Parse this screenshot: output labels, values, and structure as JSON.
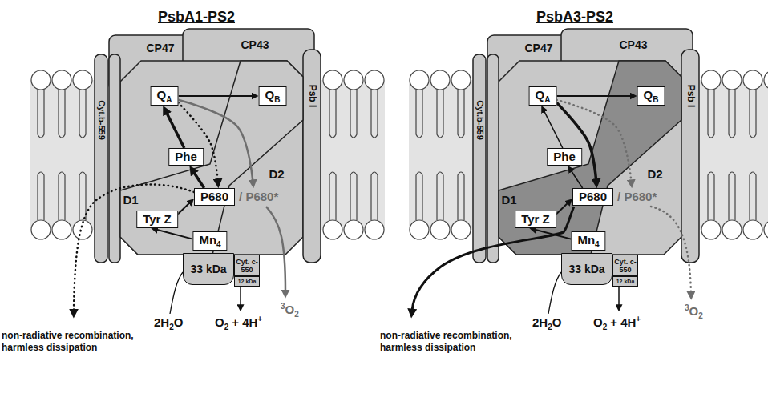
{
  "diagram": {
    "nodes": [
      {
        "text": [
          "CP47"
        ]
      },
      {
        "text": [
          "CP43"
        ]
      },
      {
        "text": [
          "Q",
          "A"
        ]
      },
      {
        "text": [
          "Q",
          "B"
        ]
      },
      {
        "text": [
          "Cyt.b-559"
        ]
      },
      {
        "text": [
          "Phe"
        ]
      },
      {
        "text": [
          "D1"
        ]
      },
      {
        "text": [
          "D2"
        ]
      },
      {
        "text": [
          "Psb I"
        ]
      },
      {
        "text": [
          "P680",
          "/ P680*"
        ]
      },
      {
        "text": [
          "Tyr Z"
        ]
      },
      {
        "text": [
          "Mn",
          "4"
        ]
      },
      {
        "text": [
          "33 kDa"
        ]
      },
      {
        "text": [
          "Cyt. c-550"
        ]
      },
      {
        "text": [
          "12 kDa"
        ]
      },
      {
        "text": [
          "CP47"
        ]
      },
      {
        "text": [
          "CP43"
        ]
      },
      {
        "text": [
          "Q",
          "A"
        ]
      },
      {
        "text": [
          "Q",
          "B"
        ]
      },
      {
        "text": [
          "Cyt.b-559"
        ]
      },
      {
        "text": [
          "Phe"
        ]
      },
      {
        "text": [
          "D1"
        ]
      },
      {
        "text": [
          "D2"
        ]
      },
      {
        "text": [
          "Psb I"
        ]
      },
      {
        "text": [
          "P680",
          "/ P680*"
        ]
      },
      {
        "text": [
          "Tyr Z"
        ]
      },
      {
        "text": [
          "Mn",
          "4"
        ]
      },
      {
        "text": [
          "33 kDa"
        ]
      },
      {
        "text": [
          "Cyt. c-550"
        ]
      },
      {
        "text": [
          "12 kDa"
        ]
      }
    ],
    "edges": [
      {
        "from": 2,
        "to": 3,
        "arrow": "to"
      },
      {
        "from": 5,
        "to": 2,
        "arrow": "to"
      },
      {
        "from": 9,
        "to": 5,
        "arrow": "to"
      },
      {
        "from": 10,
        "to": 9,
        "arrow": "to"
      },
      {
        "from": 11,
        "to": 10,
        "arrow": "to"
      },
      {
        "from": 2,
        "to": 9,
        "arrow": "to"
      },
      {
        "from": 2,
        "to": 9,
        "arrow": "to"
      },
      {
        "from": 17,
        "to": 18,
        "arrow": "to"
      },
      {
        "from": 20,
        "to": 17,
        "arrow": "to"
      },
      {
        "from": 24,
        "to": 20,
        "arrow": "to"
      },
      {
        "from": 25,
        "to": 24,
        "arrow": "to"
      },
      {
        "from": 26,
        "to": 25,
        "arrow": "to"
      },
      {
        "from": 17,
        "to": 24,
        "arrow": "to"
      },
      {
        "from": 17,
        "to": 24,
        "arrow": "to"
      }
    ],
    "labels": [
      "PsbA1-PS2",
      "PsbA3-PS2",
      "non-radiative recombination, harmless dissipation",
      "2H",
      "2",
      "O",
      "O",
      "2",
      "+ 4H",
      "+",
      "3",
      "O",
      "2",
      "non-radiative recombination, harmless dissipation",
      "2H",
      "2",
      "O",
      "O",
      "2",
      "+ 4H",
      "+",
      "3",
      "O",
      "2"
    ]
  }
}
